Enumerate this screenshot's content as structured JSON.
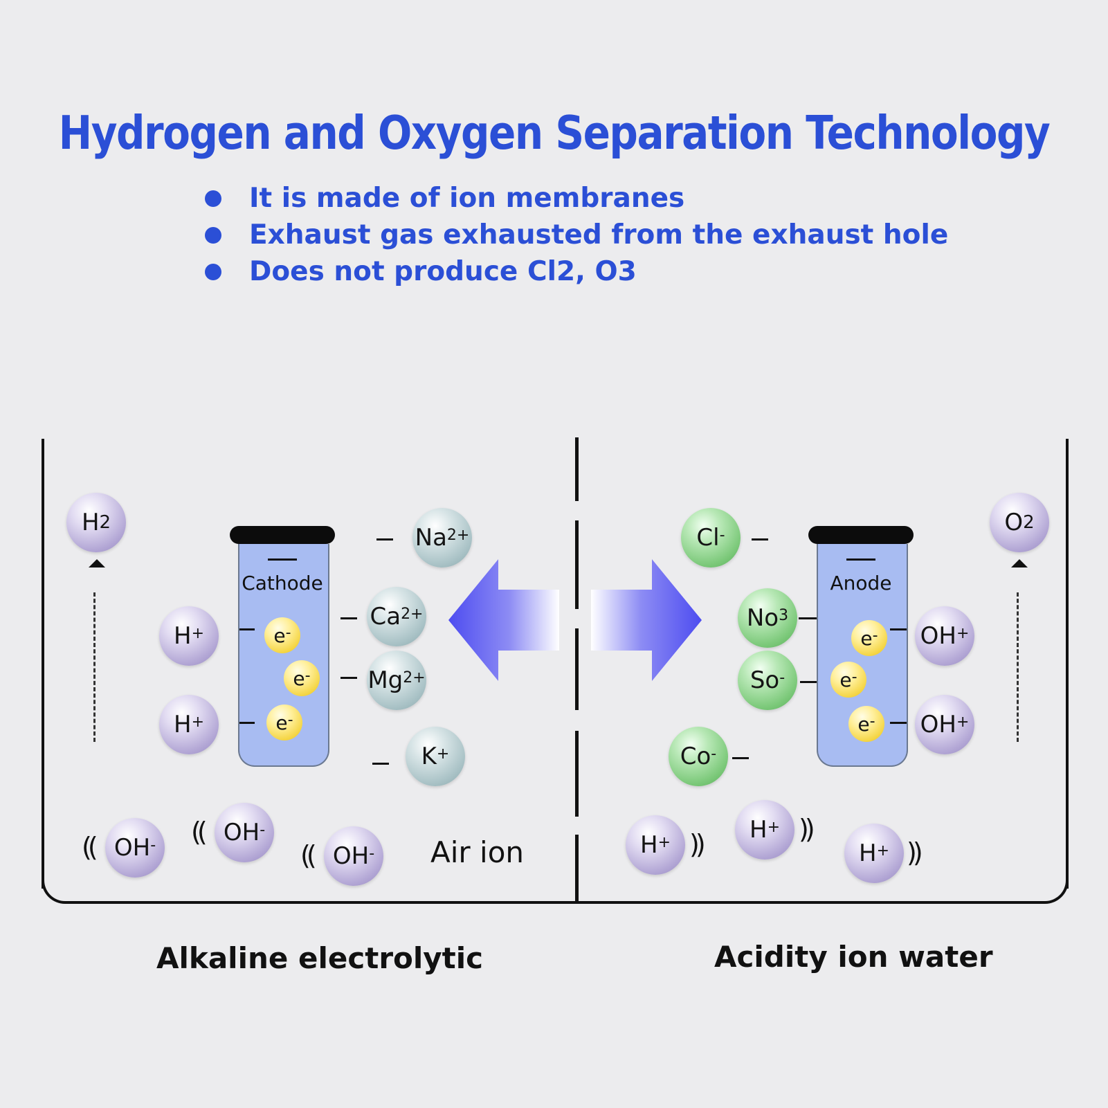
{
  "title": "Hydrogen and Oxygen Separation Technology",
  "bullets": [
    "It is made of ion membranes",
    "Exhaust gas exhausted from the exhaust hole",
    "Does not produce Cl2, O3"
  ],
  "colors": {
    "title": "#2b4fd6",
    "bullet_dot": "#2b4fd6",
    "tube_fill": "#a8bcf2",
    "ion_purple": "#b4a8d6",
    "ion_teal": "#a9c2c6",
    "ion_green": "#7cc97a",
    "electron_yellow": "#f4d441",
    "arrow": "#5b5cf0",
    "background": "#ececee"
  },
  "left": {
    "electrode": "Cathode",
    "gas": {
      "base": "H",
      "sub": "2"
    },
    "protons": [
      {
        "base": "H",
        "sup": "+"
      },
      {
        "base": "H",
        "sup": "+"
      }
    ],
    "electrons": [
      {
        "base": "e",
        "sup": "-"
      },
      {
        "base": "e",
        "sup": "-"
      },
      {
        "base": "e",
        "sup": "-"
      }
    ],
    "cations": [
      {
        "base": "Na",
        "sup": "2+"
      },
      {
        "base": "Ca",
        "sup": "2+"
      },
      {
        "base": "Mg",
        "sup": "2+"
      },
      {
        "base": "K",
        "sup": "+"
      }
    ],
    "hydroxides": [
      {
        "base": "OH",
        "sup": "-"
      },
      {
        "base": "OH",
        "sup": "-"
      },
      {
        "base": "OH",
        "sup": "-"
      }
    ],
    "air_ion": "Air ion",
    "caption": "Alkaline electrolytic"
  },
  "right": {
    "electrode": "Anode",
    "gas": {
      "base": "O",
      "sub": "2"
    },
    "anions": [
      {
        "base": "Cl",
        "sup": "-"
      },
      {
        "base": "No",
        "sup": "3"
      },
      {
        "base": "So",
        "sup": "-"
      },
      {
        "base": "Co",
        "sup": "-"
      }
    ],
    "electrons": [
      {
        "base": "e",
        "sup": "-"
      },
      {
        "base": "e",
        "sup": "-"
      },
      {
        "base": "e",
        "sup": "-"
      }
    ],
    "hydroxides": [
      {
        "base": "OH",
        "sup": "+"
      },
      {
        "base": "OH",
        "sup": "+"
      }
    ],
    "protons": [
      {
        "base": "H",
        "sup": "+"
      },
      {
        "base": "H",
        "sup": "+"
      },
      {
        "base": "H",
        "sup": "+"
      }
    ],
    "caption": "Acidity ion water"
  }
}
